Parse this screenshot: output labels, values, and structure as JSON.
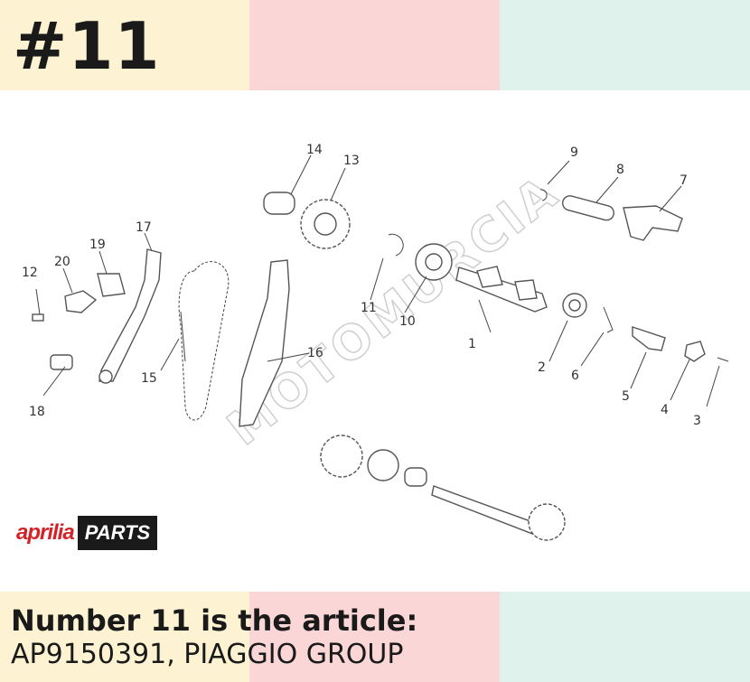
{
  "header": {
    "title": "#11"
  },
  "colors": {
    "band1": "#fdf3d2",
    "band2": "#fad7d6",
    "band3": "#dff2ec",
    "brand_red": "#d2232a"
  },
  "logo": {
    "brand": "aprilia",
    "parts": "PARTS"
  },
  "watermark": "MOTOMURCIA",
  "diagram": {
    "labels": [
      "1",
      "2",
      "3",
      "4",
      "5",
      "6",
      "7",
      "8",
      "9",
      "10",
      "11",
      "12",
      "13",
      "14",
      "15",
      "16",
      "17",
      "18",
      "19",
      "20"
    ]
  },
  "caption": {
    "title": "Number 11 is the article:",
    "article": "AP9150391, PIAGGIO GROUP"
  }
}
